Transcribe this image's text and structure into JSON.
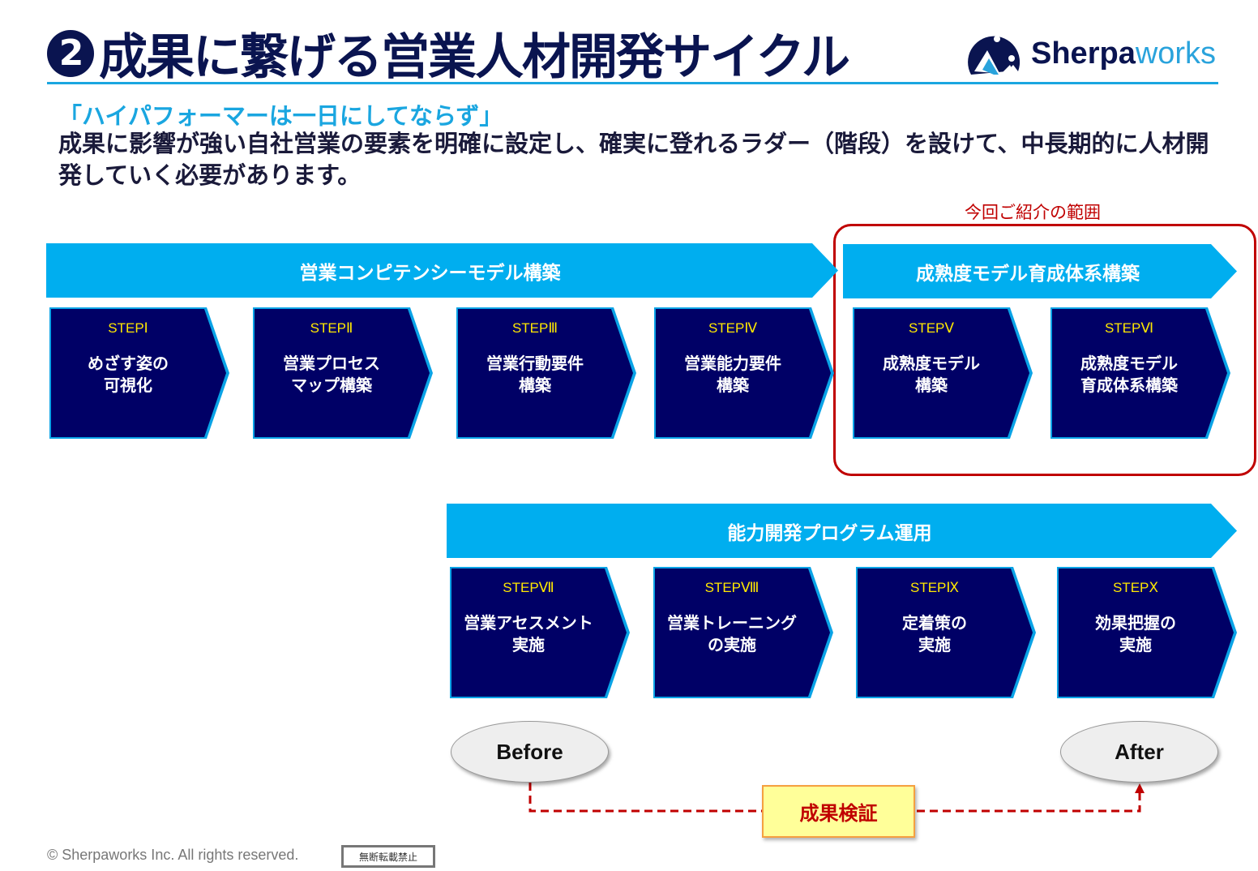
{
  "header": {
    "number": "2",
    "title": "成果に繋げる営業人材開発サイクル",
    "logo_bold": "Sherpa",
    "logo_light": "works"
  },
  "intro": {
    "quote": "「ハイパフォーマーは一日にしてならず」",
    "body": "成果に影響が強い自社営業の要素を明確に設定し、確実に登れるラダー（階段）を設けて、中長期的に人材開発していく必要があります。"
  },
  "scope_label": "今回ご紹介の範囲",
  "phases": [
    {
      "label": "営業コンピテンシーモデル構築"
    },
    {
      "label": "成熟度モデル育成体系構築"
    },
    {
      "label": "能力開発プログラム運用"
    }
  ],
  "steps": [
    {
      "label": "STEPⅠ",
      "name": "めざす姿の\n可視化"
    },
    {
      "label": "STEPⅡ",
      "name": "営業プロセス\nマップ構築"
    },
    {
      "label": "STEPⅢ",
      "name": "営業行動要件\n構築"
    },
    {
      "label": "STEPⅣ",
      "name": "営業能力要件\n構築"
    },
    {
      "label": "STEPⅤ",
      "name": "成熟度モデル\n構築"
    },
    {
      "label": "STEPⅥ",
      "name": "成熟度モデル\n育成体系構築"
    },
    {
      "label": "STEPⅦ",
      "name": "営業アセスメント\n実施"
    },
    {
      "label": "STEPⅧ",
      "name": "営業トレーニング\nの実施"
    },
    {
      "label": "STEPⅨ",
      "name": "定着策の\n実施"
    },
    {
      "label": "STEPⅩ",
      "name": "効果把握の\n実施"
    }
  ],
  "before": "Before",
  "after": "After",
  "verify": "成果検証",
  "footer": {
    "copyright": "© Sherpaworks Inc. All rights reserved.",
    "notice": "無断転載禁止"
  },
  "colors": {
    "navy": "#000066",
    "cyan": "#00aeef",
    "red": "#c00000"
  }
}
